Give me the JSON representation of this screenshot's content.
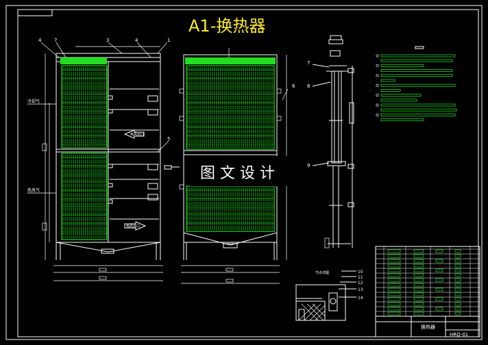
{
  "drawing": {
    "title": "A1-换热器",
    "watermark": "图 文 设 计",
    "drawing_number": "HRQ-01",
    "title_block_name": "换热器"
  },
  "callouts": {
    "front": [
      "4",
      "7",
      "3",
      "4",
      "1",
      "5"
    ],
    "side": [
      "6"
    ],
    "section": [
      "7",
      "8",
      "9"
    ],
    "detail": [
      "10",
      "11",
      "12",
      "13",
      "14"
    ]
  },
  "labels": {
    "cold_air_left": "冷却气",
    "hot_air_left": "热风气",
    "front_arrow_top": "热风出口",
    "front_arrow_bottom": "热风进口",
    "detail_caption": "节点详图"
  },
  "colors": {
    "background": "#000000",
    "frame": "#ffffff",
    "fins": "#22dd22",
    "title": "#ffee22",
    "dim": "#ffffff"
  }
}
